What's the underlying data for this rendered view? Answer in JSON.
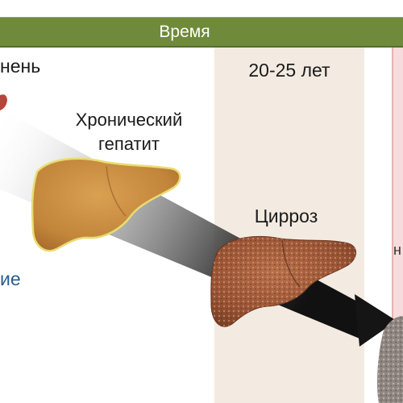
{
  "timeline": {
    "label": "Время"
  },
  "stages": {
    "healthy_liver_partial": "нень",
    "chronic_hepatitis": "Хронический гепатит",
    "cirrhosis": "Цирроз"
  },
  "duration": {
    "label": "20-25 лет"
  },
  "left_cut_label": "ие",
  "right_cut_label": "н",
  "colors": {
    "timebar": "#6f8a3b",
    "band_20_25": "#f3ebe2",
    "band_red": "#f6dcdc",
    "arrow_dark": "#1c1c1c",
    "liver_orange": "#c98a3c",
    "liver_cirrhosis": "#9c5a3a",
    "blue_text": "#2a5b8f"
  },
  "icons": [
    "progression-arrow-icon",
    "chronic-liver-icon",
    "cirrhotic-liver-icon",
    "healthy-liver-icon",
    "end-stage-liver-icon"
  ]
}
